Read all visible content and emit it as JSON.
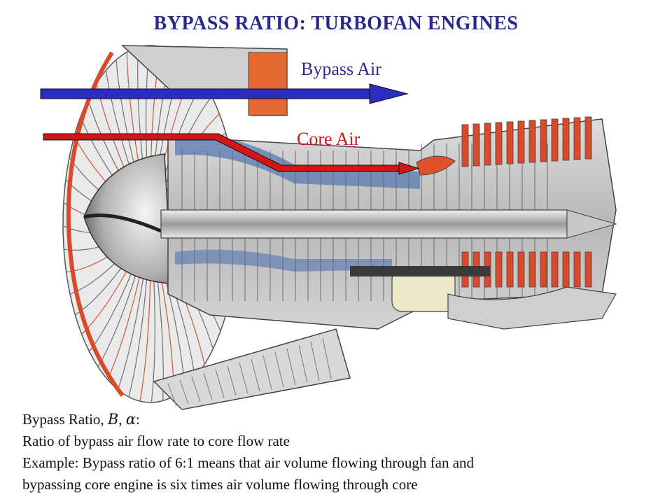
{
  "title": "BYPASS RATIO: TURBOFAN ENGINES",
  "diagram": {
    "bypass_label": "Bypass Air",
    "core_label": "Core Air",
    "colors": {
      "bypass_arrow": "#2c2cc0",
      "core_arrow": "#d41515",
      "engine_red": "#d84a2a",
      "engine_gray": "#a8a8a8",
      "compressor_blue": "#4a6aa0"
    },
    "icons": [
      "turbofan-engine-cutaway-icon",
      "bypass-air-arrow-icon",
      "core-air-arrow-icon"
    ]
  },
  "text": {
    "line1_prefix": "Bypass Ratio, ",
    "line1_symbol_b": "B",
    "line1_sep": ", ",
    "line1_symbol_alpha": "α",
    "line1_suffix": ":",
    "line2": "Ratio of bypass air flow rate to core flow rate",
    "line3": "Example: Bypass ratio of 6:1 means that air volume flowing through fan and",
    "line4": "bypassing core engine is six times air volume flowing through core"
  }
}
